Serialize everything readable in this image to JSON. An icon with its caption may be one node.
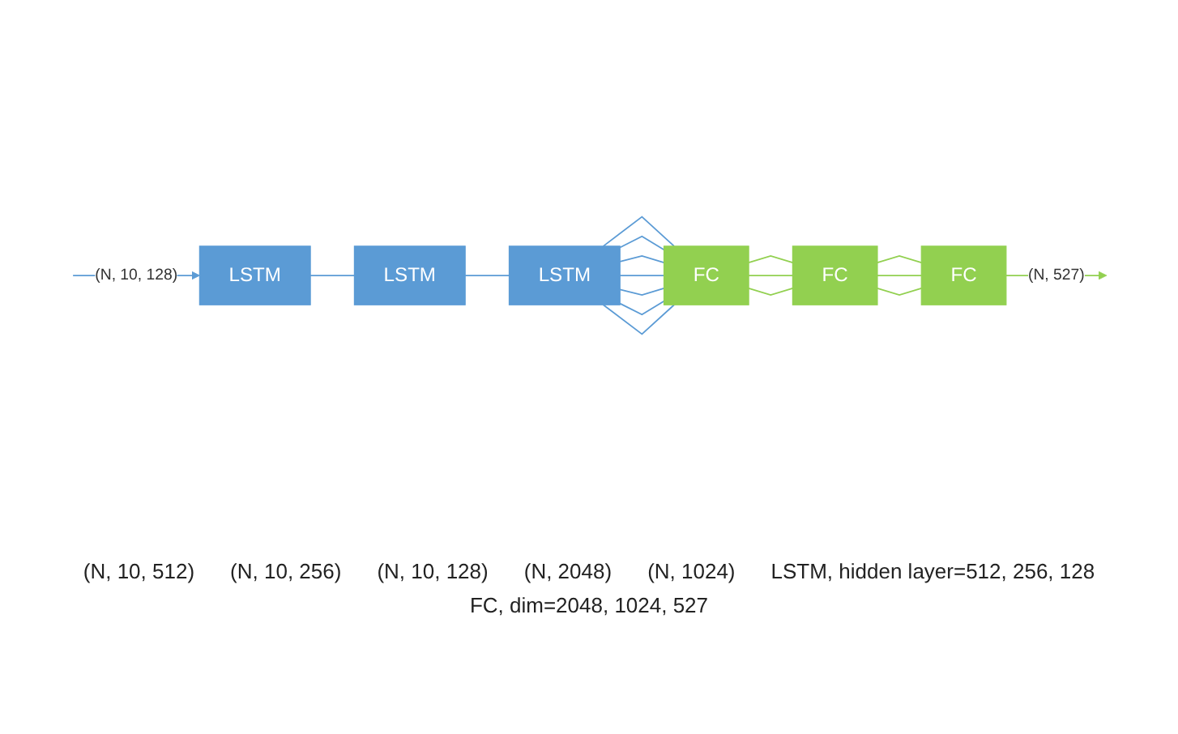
{
  "diagram": {
    "nodes": [
      {
        "text": [
          "LSTM"
        ]
      },
      {
        "text": [
          "LSTM"
        ]
      },
      {
        "text": [
          "LSTM"
        ]
      },
      {
        "text": [
          "FC"
        ]
      },
      {
        "text": [
          "FC"
        ]
      },
      {
        "text": [
          "FC"
        ]
      }
    ],
    "edges": [
      {
        "from": null,
        "to": 0,
        "arrow": "to",
        "label": "(N, 10, 128)"
      },
      {
        "from": 0,
        "to": 1,
        "arrow": "none"
      },
      {
        "from": 1,
        "to": 2,
        "arrow": "none"
      },
      {
        "from": 2,
        "to": 3,
        "arrow": "none"
      },
      {
        "from": 2,
        "to": 3,
        "arrow": "none"
      },
      {
        "from": 2,
        "to": 3,
        "arrow": "none"
      },
      {
        "from": 2,
        "to": 3,
        "arrow": "none"
      },
      {
        "from": 2,
        "to": 3,
        "arrow": "none"
      },
      {
        "from": 2,
        "to": 3,
        "arrow": "none"
      },
      {
        "from": 2,
        "to": 3,
        "arrow": "none"
      },
      {
        "from": 3,
        "to": 4,
        "arrow": "none",
        "color": "#92d050"
      },
      {
        "from": 3,
        "to": 4,
        "arrow": "none",
        "color": "#92d050"
      },
      {
        "from": 3,
        "to": 4,
        "arrow": "none",
        "color": "#92d050"
      },
      {
        "from": 4,
        "to": 5,
        "arrow": "none",
        "color": "#92d050"
      },
      {
        "from": 4,
        "to": 5,
        "arrow": "none",
        "color": "#92d050"
      },
      {
        "from": 4,
        "to": 5,
        "arrow": "none",
        "color": "#92d050"
      },
      {
        "from": 5,
        "to": null,
        "arrow": "to",
        "label": "(N, 527)",
        "color": "#92d050"
      }
    ],
    "labels": [
      "(N, 10, 512)",
      "(N, 10, 256)",
      "(N, 10, 128)",
      "(N, 2048)",
      "(N, 1024)",
      "LSTM, hidden layer=512, 256, 128",
      "FC, dim=2048, 1024, 527"
    ]
  }
}
